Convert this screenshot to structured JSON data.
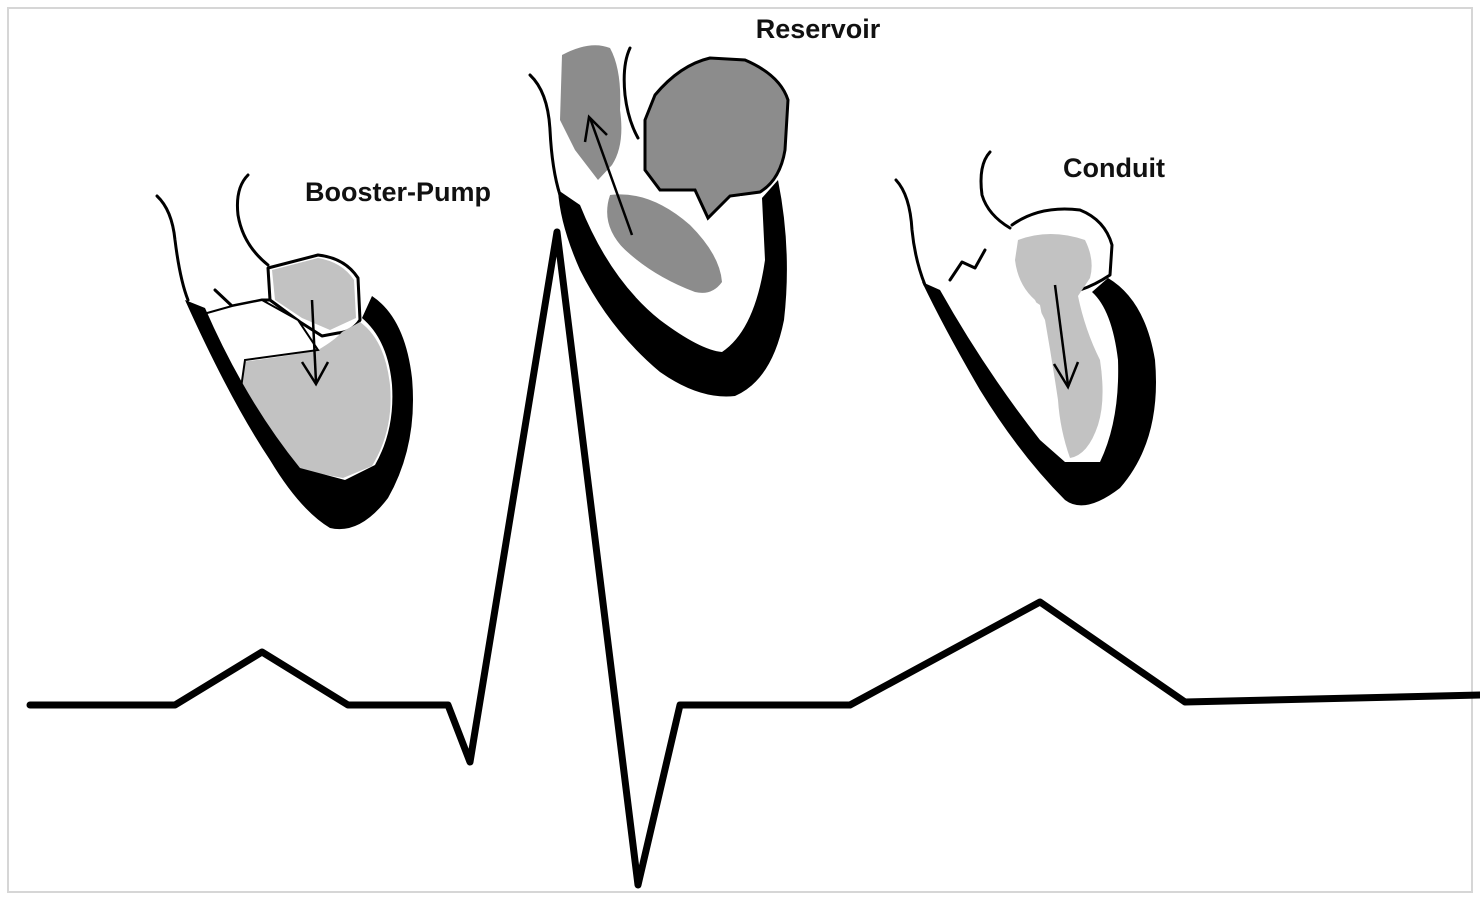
{
  "labels": {
    "booster": "Booster-Pump",
    "reservoir": "Reservoir",
    "conduit": "Conduit"
  },
  "colors": {
    "background": "#ffffff",
    "outline": "#000000",
    "light_gray": "#c2c2c2",
    "dark_gray": "#8c8c8c",
    "frame": "#d6d6d6"
  }
}
